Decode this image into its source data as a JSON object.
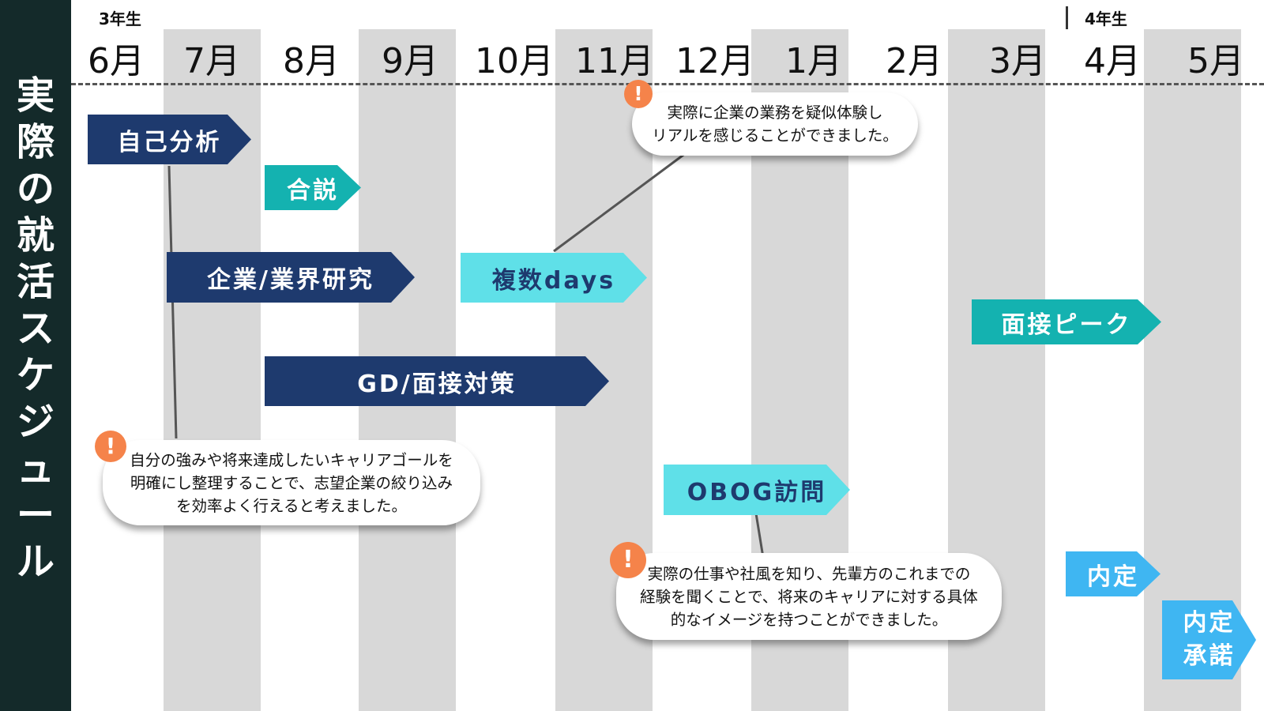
{
  "sidebar": {
    "title": [
      "実",
      "際",
      "の",
      "就",
      "活",
      "ス",
      "ケ",
      "ジ",
      "ュ",
      "ー",
      "ル"
    ]
  },
  "year_labels": {
    "third": "3年生",
    "fourth": "4年生"
  },
  "months": [
    "6月",
    "7月",
    "8月",
    "9月",
    "10月",
    "11月",
    "12月",
    "1月",
    "2月",
    "3月",
    "4月",
    "5月"
  ],
  "bars": {
    "self_analysis": "自己分析",
    "gosetsu": "合説",
    "industry_research": "企業/業界研究",
    "multi_days": "複数days",
    "gd_interview": "GD/面接対策",
    "interview_peak": "面接ピーク",
    "obog_visit": "OBOG訪問",
    "naitei": "内定",
    "naitei_accept": [
      "内定",
      "承諾"
    ]
  },
  "notes": {
    "self_analysis": [
      "自分の強みや将来達成したいキャリアゴールを",
      "明確にし整理することで、志望企業の絞り込み",
      "を効率よく行えると考えました。"
    ],
    "multi_days": [
      "実際に企業の業務を疑似体験し",
      "リアルを感じることができました。"
    ],
    "obog_visit": [
      "実際の仕事や社風を知り、先輩方のこれまでの",
      "経験を聞くことで、将来のキャリアに対する具体",
      "的なイメージを持つことができました。"
    ],
    "alert_mark": "!"
  },
  "colors": {
    "sidebar": "#142a2a",
    "navy": "#1e3a6e",
    "teal": "#14b2b0",
    "cyan": "#5fe0e8",
    "sky": "#3fb6f2",
    "stripe": "#d8d8d8",
    "alert": "#f5834a"
  },
  "icons": {
    "alert": "exclamation-icon"
  }
}
